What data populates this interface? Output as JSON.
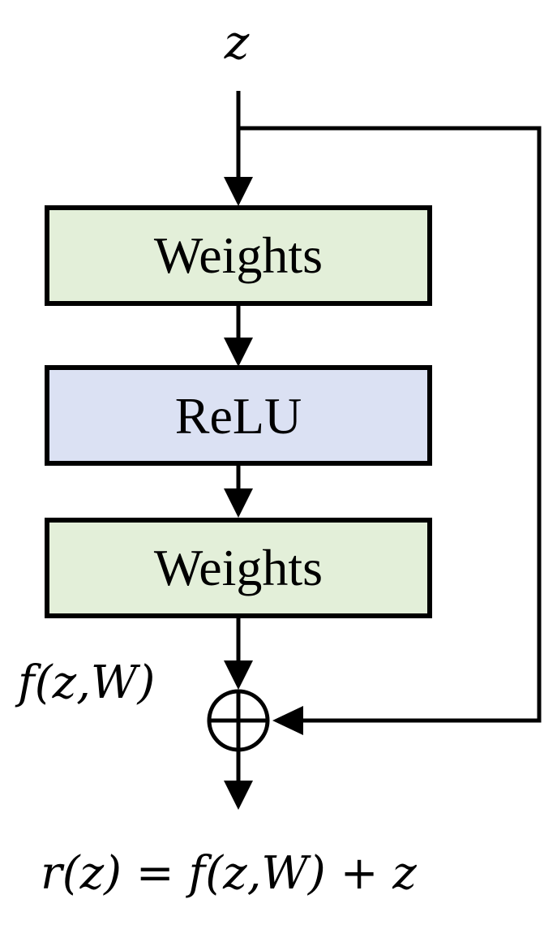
{
  "input_label": "z",
  "blocks": [
    {
      "label": "Weights",
      "fill": "#e3efd9"
    },
    {
      "label": "ReLU",
      "fill": "#dbe1f3"
    },
    {
      "label": "Weights",
      "fill": "#e3efd9"
    }
  ],
  "branch_label": "f(z,W)",
  "output_formula": "r(z) = f(z,W) + z",
  "colors": {
    "line": "#000000",
    "background": "#ffffff"
  }
}
